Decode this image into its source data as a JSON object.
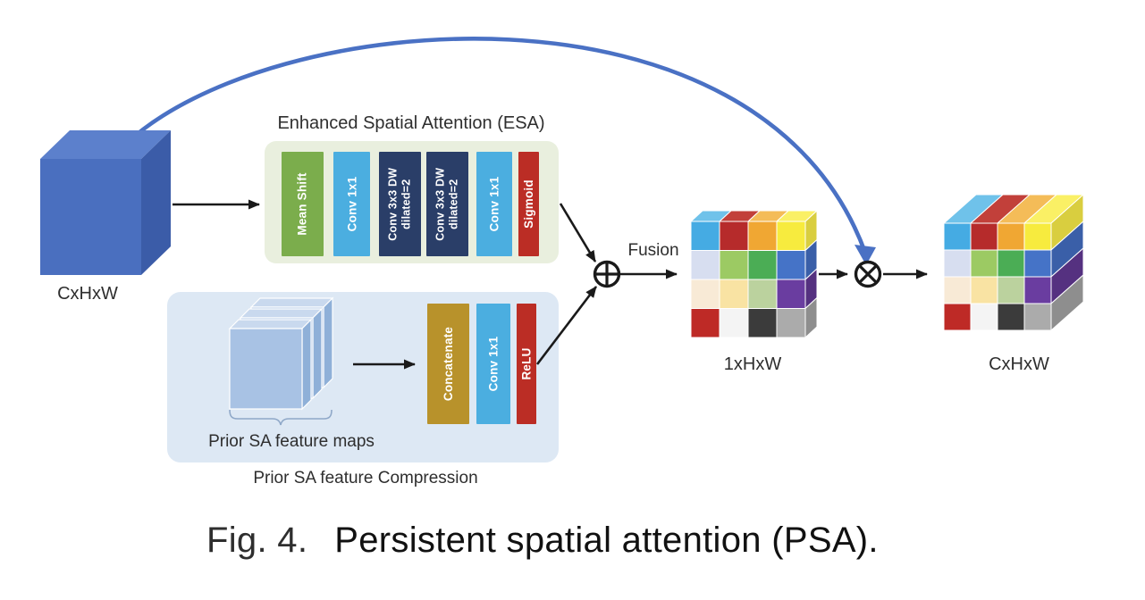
{
  "figure": {
    "caption_prefix": "Fig. 4.",
    "caption_text": "Persistent spatial attention (PSA).",
    "caption_prefix_color": "#108078"
  },
  "colors": {
    "arrow": "#1a1a1a",
    "skip_arrow": "#4a71c4",
    "text": "#2e2e2e"
  },
  "input_cube": {
    "label": "CxHxW",
    "front": "#4a6fbf",
    "top": "#5c80cc",
    "side": "#3b5ca8"
  },
  "esa": {
    "title": "Enhanced Spatial Attention (ESA)",
    "bg": "#e9efde",
    "layers": [
      {
        "label": "Mean Shift",
        "label_lines": [
          "Mean Shift"
        ],
        "color": "#7bad4c"
      },
      {
        "label": "Conv 1x1",
        "label_lines": [
          "Conv 1x1"
        ],
        "color": "#4baee0"
      },
      {
        "label": "Conv 3x3 DW dilated=2",
        "label_lines": [
          "Conv 3x3 DW",
          "dilated=2"
        ],
        "color": "#2a3e68"
      },
      {
        "label": "Conv 3x3 DW dilated=2",
        "label_lines": [
          "Conv 3x3 DW",
          "dilated=2"
        ],
        "color": "#2a3e68"
      },
      {
        "label": "Conv 1x1",
        "label_lines": [
          "Conv 1x1"
        ],
        "color": "#4baee0"
      },
      {
        "label": "Sigmoid",
        "label_lines": [
          "Sigmoid"
        ],
        "color": "#bb2d25"
      }
    ]
  },
  "prior": {
    "caption": "Prior SA feature Compression",
    "maps_label": "Prior SA feature maps",
    "bg": "#dde8f4",
    "brace_color": "#8fa8c8",
    "slab": {
      "front": "#a8c2e4",
      "top": "#c9d9ee",
      "side": "#8fb0d8"
    },
    "layers": [
      {
        "label": "Concatenate",
        "label_lines": [
          "Concatenate"
        ],
        "color": "#b8922b"
      },
      {
        "label": "Conv 1x1",
        "label_lines": [
          "Conv 1x1"
        ],
        "color": "#4baee0"
      },
      {
        "label": "ReLU",
        "label_lines": [
          "ReLU"
        ],
        "color": "#bb2d25"
      }
    ]
  },
  "flow": {
    "fusion_label": "Fusion",
    "add_icon": "circle-plus",
    "multiply_icon": "circle-cross"
  },
  "attention_map": {
    "label": "1xHxW"
  },
  "output_cube": {
    "label": "CxHxW"
  },
  "attention_grid": {
    "front": [
      [
        "#45abe3",
        "#b62b2b",
        "#f0a733",
        "#f7eb3e"
      ],
      [
        "#d7def0",
        "#9cca63",
        "#4bad55",
        "#4573c7"
      ],
      [
        "#f8ead6",
        "#f9e3a3",
        "#bbd29e",
        "#6a3da0"
      ],
      [
        "#be2a26",
        "#f4f4f4",
        "#3b3b3b",
        "#ababab"
      ]
    ],
    "top": [
      "#6fc2ea",
      "#c2403a",
      "#f4bc58",
      "#faf065"
    ],
    "side": [
      "#d9ce3f",
      "#3a5fa8",
      "#553180",
      "#8e8e8e"
    ]
  }
}
